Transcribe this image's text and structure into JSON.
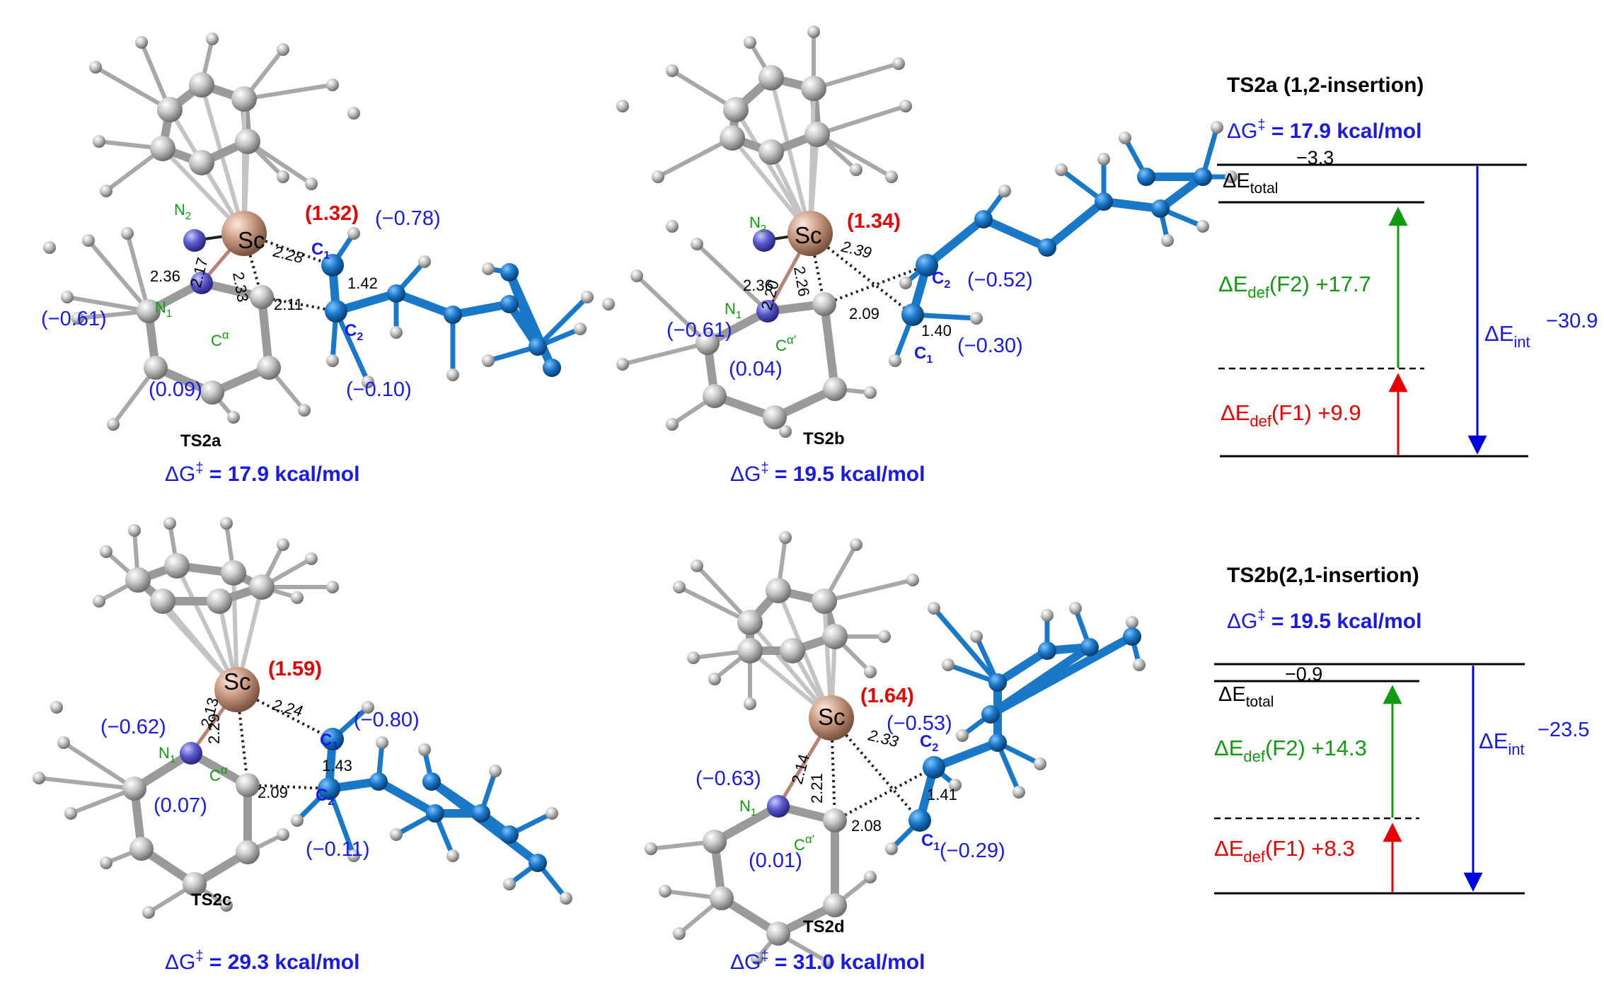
{
  "structures": [
    {
      "id": "TS2a",
      "name": "TS2a",
      "dg_symbol": "ΔG",
      "dg_super": "‡",
      "dg_value": " = 17.9 kcal/mol",
      "atom_labels": {
        "sc": "Sc",
        "n1": "N",
        "n1_sub": "1",
        "n2": "N",
        "n2_sub": "2",
        "ca": "C",
        "ca_sup": "α",
        "c1": "C",
        "c1_sub": "1",
        "c2": "C",
        "c2_sub": "2"
      },
      "spin": {
        "sc": "(1.32)",
        "c1": "(−0.78)",
        "c2": "(−0.10)",
        "ca": "(0.09)",
        "n": "(−0.61)"
      },
      "distances": {
        "sc_c1": "2.28",
        "sc_n2": "2.36",
        "sc_n1": "2.17",
        "sc_ca": "2.33",
        "ca_c2": "2.11",
        "c1_c2": "1.42"
      }
    },
    {
      "id": "TS2b",
      "name": "TS2b",
      "dg_symbol": "ΔG",
      "dg_super": "‡",
      "dg_value": " = 19.5 kcal/mol",
      "atom_labels": {
        "sc": "Sc",
        "n1": "N",
        "n1_sub": "1",
        "n2": "N",
        "n2_sub": "2",
        "ca": "C",
        "ca_sup": "α'",
        "c1": "C",
        "c1_sub": "1",
        "c2": "C",
        "c2_sub": "2"
      },
      "spin": {
        "sc": "(1.34)",
        "c1": "(−0.30)",
        "c2": "(−0.52)",
        "ca": "(0.04)",
        "n": "(−0.61)"
      },
      "distances": {
        "sc_c2": "2.39",
        "sc_n2": "2.36",
        "sc_n1": "2.20",
        "sc_ca": "2.26",
        "ca_c1": "2.09",
        "c1_c2": "1.40"
      }
    },
    {
      "id": "TS2c",
      "name": "TS2c",
      "dg_symbol": "ΔG",
      "dg_super": "‡",
      "dg_value": " = 29.3 kcal/mol",
      "atom_labels": {
        "sc": "Sc",
        "n1": "N",
        "n1_sub": "1",
        "ca": "C",
        "ca_sup": "α",
        "c1": "C",
        "c1_sub": "1",
        "c2": "C",
        "c2_sub": "2"
      },
      "spin": {
        "sc": "(1.59)",
        "c1": "(−0.80)",
        "c2": "(−0.11)",
        "ca": "(0.07)",
        "n": "(−0.62)"
      },
      "distances": {
        "sc_c1": "2.24",
        "sc_n1": "2.13",
        "sc_ca": "2.29",
        "ca_c2": "2.09",
        "c1_c2": "1.43"
      }
    },
    {
      "id": "TS2d",
      "name": "TS2d",
      "dg_symbol": "ΔG",
      "dg_super": "‡",
      "dg_value": " = 31.0 kcal/mol",
      "atom_labels": {
        "sc": "Sc",
        "n1": "N",
        "n1_sub": "1",
        "ca": "C",
        "ca_sup": "α'",
        "c1": "C",
        "c1_sub": "1",
        "c2": "C",
        "c2_sub": "2"
      },
      "spin": {
        "sc": "(1.64)",
        "c1": "(−0.29)",
        "c2": "(−0.53)",
        "ca": "(0.01)",
        "n": "(−0.63)"
      },
      "distances": {
        "sc_c2": "2.33",
        "sc_n1": "2.14",
        "sc_ca": "2.21",
        "ca_c1": "2.08",
        "c1_c2": "1.41"
      }
    }
  ],
  "energy_panels": [
    {
      "title": "TS2a (1,2-insertion)",
      "dg_symbol": "ΔG",
      "dg_super": "‡",
      "dg_value": " = 17.9 kcal/mol",
      "e_total_value": "−3.3",
      "e_total_symbol": "ΔE",
      "e_total_sub": "total",
      "def_f2_symbol": "ΔE",
      "def_f2_sub": "def",
      "def_f2_frag": "(F2)",
      "def_f2_value": " +17.7",
      "def_f1_symbol": "ΔE",
      "def_f1_sub": "def",
      "def_f1_frag": "(F1)",
      "def_f1_value": " +9.9",
      "int_symbol": "ΔE",
      "int_sub": "int",
      "int_value": "−30.9"
    },
    {
      "title": "TS2b(2,1-insertion)",
      "dg_symbol": "ΔG",
      "dg_super": "‡",
      "dg_value": " = 19.5 kcal/mol",
      "e_total_value": "−0.9",
      "e_total_symbol": "ΔE",
      "e_total_sub": "total",
      "def_f2_symbol": "ΔE",
      "def_f2_sub": "def",
      "def_f2_frag": "(F2)",
      "def_f2_value": " +14.3",
      "def_f1_symbol": "ΔE",
      "def_f1_sub": "def",
      "def_f1_frag": "(F1)",
      "def_f1_value": " +8.3",
      "int_symbol": "ΔE",
      "int_sub": "int",
      "int_value": "−23.5"
    }
  ],
  "colors": {
    "blue_text": "#1a1ae6",
    "red_text": "#e60000",
    "green_text": "#119911",
    "sc_atom": "#c79a83",
    "n_atom": "#6b6bd0",
    "c_atom": "#b8b8b8",
    "alkene": "#1a78c8",
    "arrow_blue": "#0000dd",
    "arrow_green": "#119911",
    "arrow_red": "#e60000"
  }
}
